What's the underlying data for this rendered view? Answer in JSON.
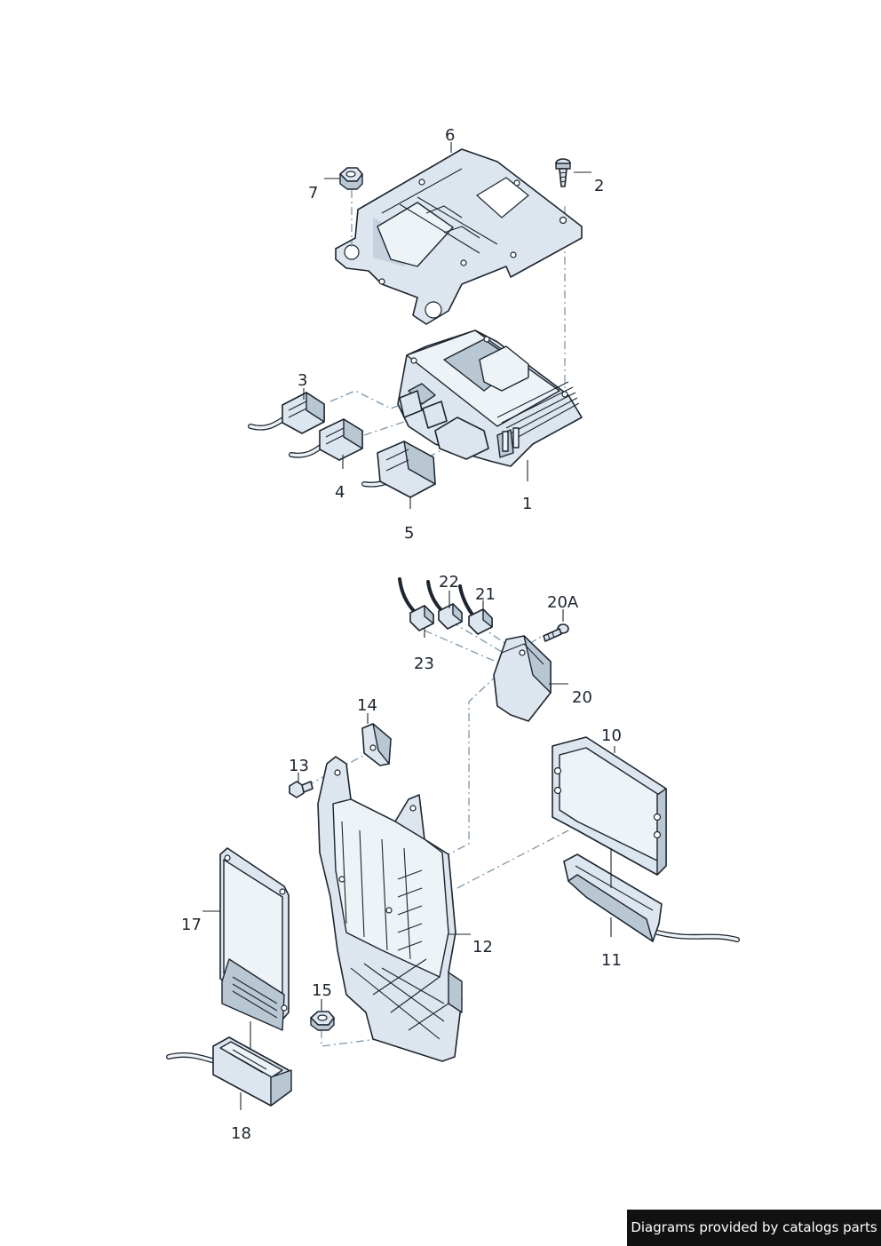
{
  "callouts": {
    "c1": "1",
    "c2": "2",
    "c3": "3",
    "c4": "4",
    "c5": "5",
    "c6": "6",
    "c7": "7",
    "c10": "10",
    "c11": "11",
    "c12": "12",
    "c13": "13",
    "c14": "14",
    "c15": "15",
    "c17": "17",
    "c18": "18",
    "c20": "20",
    "c20a": "20A",
    "c21": "21",
    "c22": "22",
    "c23": "23"
  },
  "footer": {
    "text": "Diagrams provided by catalogs parts"
  },
  "colors": {
    "part_fill": "#dde6ee",
    "outline": "#1c2530",
    "dash_line": "#7d96aa",
    "badge_bg": "#111111"
  }
}
